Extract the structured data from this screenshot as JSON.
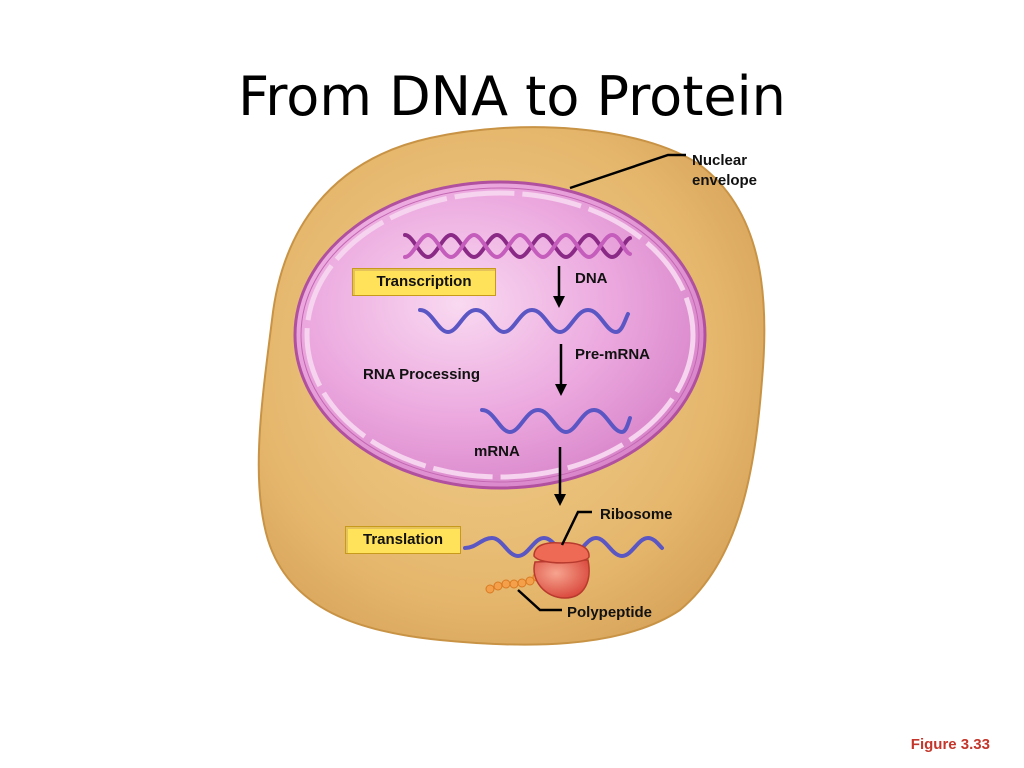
{
  "title": "From DNA to Protein",
  "labels": {
    "nuclear_envelope": [
      "Nuclear",
      "envelope"
    ],
    "transcription": "Transcription",
    "dna": "DNA",
    "pre_mrna": "Pre-mRNA",
    "rna_processing": "RNA Processing",
    "mrna": "mRNA",
    "ribosome": "Ribosome",
    "translation": "Translation",
    "polypeptide": "Polypeptide"
  },
  "figure_ref": "Figure 3.33",
  "colors": {
    "cytoplasm": "#e5b76d",
    "cytoplasm_edge": "#c89345",
    "nucleus": "#e59ad6",
    "nucleus_edge": "#b0509e",
    "dna_strand": "#8a2a86",
    "rna_strand": "#5a56c4",
    "ribosome": "#e85c4a",
    "polypeptide": "#f4a04a",
    "label_box": "#ffe15a",
    "figure_ref": "#c4362b"
  }
}
